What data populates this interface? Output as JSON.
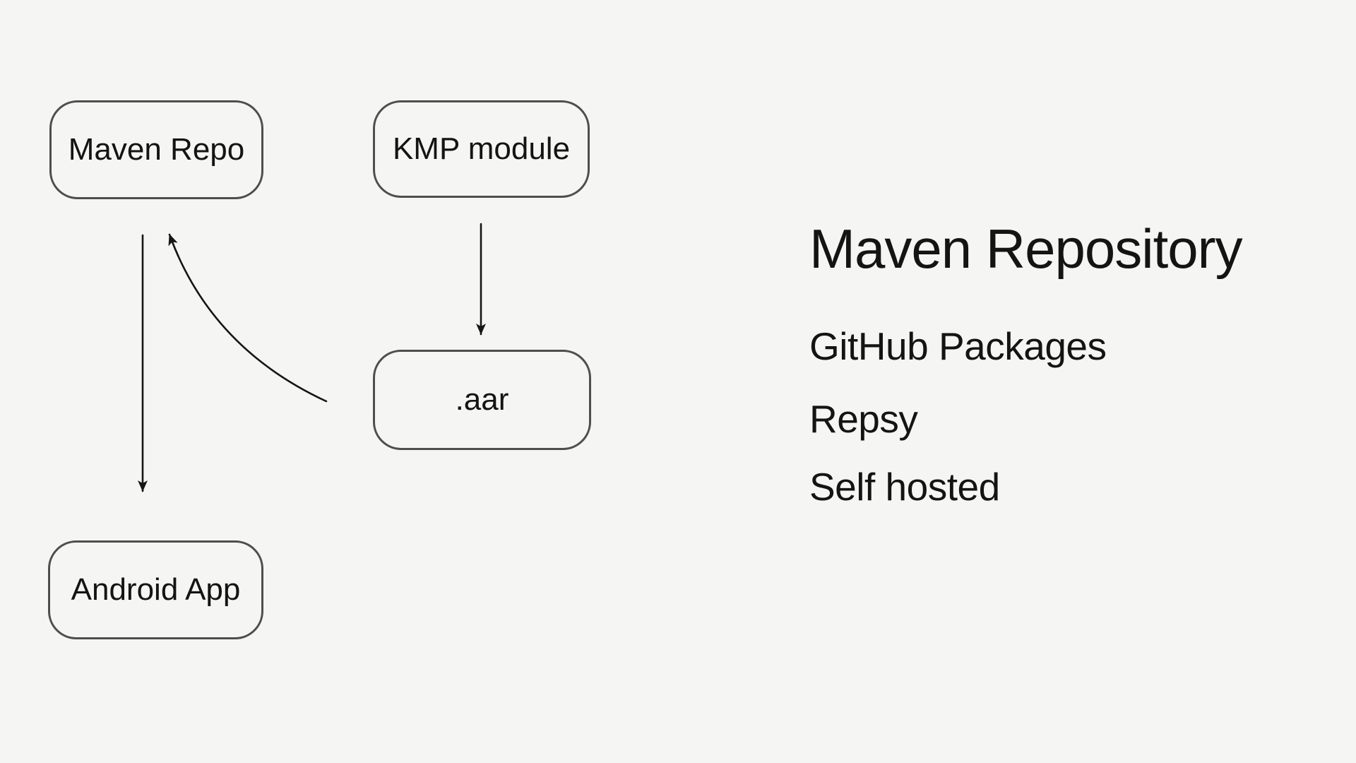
{
  "colors": {
    "background": "#f5f5f4",
    "box_fill": "#f5f5f4",
    "box_border": "#4e4e4e",
    "box_text": "#141414",
    "arrow": "#161616",
    "panel_text": "#141414"
  },
  "diagram": {
    "nodes": [
      {
        "id": "maven-repo",
        "label": "Maven Repo"
      },
      {
        "id": "kmp-module",
        "label": "KMP module"
      },
      {
        "id": "aar",
        "label": ".aar"
      },
      {
        "id": "android-app",
        "label": "Android App"
      }
    ],
    "edges": [
      {
        "id": "maven-to-android",
        "from": "Maven Repo",
        "to": "Android App",
        "shape": "straight-down"
      },
      {
        "id": "aar-to-maven",
        "from": ".aar",
        "to": "Maven Repo",
        "shape": "curved-up-left"
      },
      {
        "id": "kmp-to-aar",
        "from": "KMP module",
        "to": ".aar",
        "shape": "straight-down"
      }
    ]
  },
  "panel": {
    "title": "Maven Repository",
    "items": [
      "GitHub Packages",
      "Repsy",
      "Self hosted"
    ]
  }
}
